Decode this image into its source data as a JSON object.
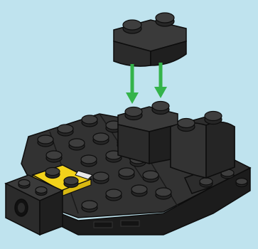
{
  "scene": {
    "description_visible_text": "",
    "background_color": "#bfe3ee",
    "brick_color": "#2b2b2b",
    "brick_highlight": "#3d3d3d",
    "stud_color": "#262626",
    "stud_top": "#4a4a4a",
    "accent_yellow": "#f2d21b",
    "accent_green": "#9bd43a",
    "arrow_color": "#34b34a",
    "parts": [
      {
        "name": "floating-double-curved-brick",
        "role": "part-to-attach"
      },
      {
        "name": "base-wedge-assembly",
        "role": "existing-model"
      },
      {
        "name": "front-technic-brick",
        "role": "existing-model"
      },
      {
        "name": "yellow-plate",
        "role": "existing-model"
      },
      {
        "name": "rear-curved-bricks",
        "role": "existing-model"
      }
    ],
    "arrows": [
      {
        "name": "left-down-arrow",
        "direction": "down"
      },
      {
        "name": "right-down-arrow",
        "direction": "down"
      }
    ]
  }
}
